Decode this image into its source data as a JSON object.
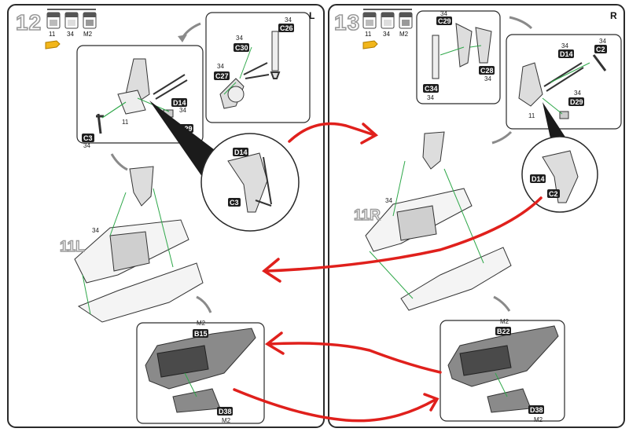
{
  "page": {
    "left_step": {
      "number": "12",
      "side": "L",
      "paints": [
        "11",
        "34",
        "M2"
      ],
      "fuselage_label": "11L",
      "labels": {
        "inset_top": [
          "C30",
          "C27",
          "C26"
        ],
        "inset_top_nums": [
          "34",
          "34",
          "34"
        ],
        "main": [
          "D14",
          "D29",
          "C3"
        ],
        "main_nums": [
          "34",
          "34",
          "11",
          "34"
        ],
        "zoom": [
          "D14",
          "C3"
        ],
        "fuselage_num": "34",
        "bottom_top": "M2",
        "bottom": [
          "B15",
          "D38"
        ],
        "bottom_nums": [
          "M2"
        ]
      }
    },
    "right_step": {
      "number": "13",
      "side": "R",
      "paints": [
        "11",
        "34",
        "M2"
      ],
      "fuselage_label": "11R",
      "labels": {
        "inset_top": [
          "C29",
          "C34",
          "C28"
        ],
        "inset_top_nums": [
          "34",
          "34",
          "34"
        ],
        "main": [
          "D14",
          "C2",
          "D29"
        ],
        "main_nums": [
          "34",
          "34",
          "34",
          "11"
        ],
        "zoom": [
          "D14",
          "C2"
        ],
        "fuselage_num": "34",
        "bottom_top": "M2",
        "bottom": [
          "B22",
          "D38"
        ],
        "bottom_nums": [
          "M2"
        ]
      }
    },
    "colors": {
      "frame": "#2a2a2a",
      "red_annotation": "#e0201c",
      "guide_line": "#2fa84a",
      "glue": "#f2b61a",
      "part_gray": "#8a8a8a",
      "part_dark": "#4a4a4a"
    }
  }
}
